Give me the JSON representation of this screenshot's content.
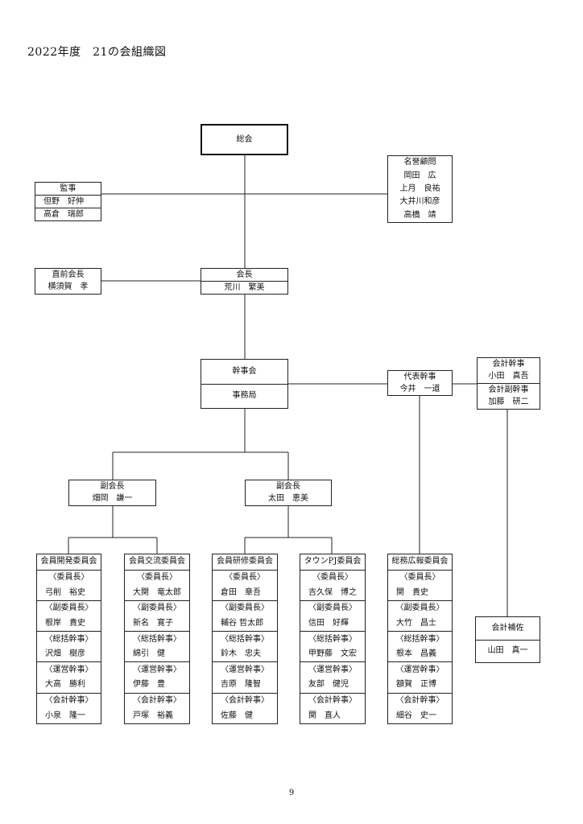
{
  "title": "2022年度　21の会組織図",
  "page_number": "9",
  "boxes": {
    "soukai": [
      "総会"
    ],
    "meiyo": [
      "名誉顧問",
      "岡田　広",
      "上月　良祐",
      "大井川和彦",
      "高橋　靖"
    ],
    "kanji": [
      "監事",
      "但野　好伸",
      "高倉　瑞郎"
    ],
    "chokuzen": [
      "直前会長",
      "横須賀　孝"
    ],
    "kaicho": [
      "会長",
      "荒川　繁美"
    ],
    "kanjikai": [
      "幹事会",
      "事務局"
    ],
    "daihyo": [
      "代表幹事",
      "今井　一道"
    ],
    "kaikei": [
      "会計幹事",
      "小田　真吾",
      "会計副幹事",
      "加藤　研二"
    ],
    "fuku1": [
      "副会長",
      "畑岡　謙一"
    ],
    "fuku2": [
      "副会長",
      "太田　恵美"
    ],
    "kaikeihosa": [
      "会計補佐",
      "山田　真一"
    ],
    "c1": [
      "会員開発委員会",
      "〈委員長〉",
      "弓削　裕史",
      "〈副委員長〉",
      "根岸　貴史",
      "〈総括幹事〉",
      "沢畑　樹彦",
      "〈運営幹事〉",
      "大高　勝利",
      "〈会計幹事〉",
      "小泉　隆一"
    ],
    "c2": [
      "会員交流委員会",
      "〈委員長〉",
      "大関　竜太郎",
      "〈副委員長〉",
      "新名　寛子",
      "〈総括幹事〉",
      "綿引　健",
      "〈運営幹事〉",
      "伊藤　豊",
      "〈会計幹事〉",
      "戸塚　裕義"
    ],
    "c3": [
      "会員研修委員会",
      "〈委員長〉",
      "倉田　章吾",
      "〈副委員長〉",
      "輔谷 哲太郎",
      "〈総括幹事〉",
      "鈴木　忠夫",
      "〈運営幹事〉",
      "吉原　隆智",
      "〈会計幹事〉",
      "佐藤　健"
    ],
    "c4": [
      "タウンPJ委員会",
      "〈委員長〉",
      "吉久保　博之",
      "〈副委員長〉",
      "信田　好輝",
      "〈総括幹事〉",
      "甲野藤　文宏",
      "〈運営幹事〉",
      "友部　健児",
      "〈会計幹事〉",
      "関　直人"
    ],
    "c5": [
      "総務広報委員会",
      "〈委員長〉",
      "関　貴史",
      "〈副委員長〉",
      "大竹　昌士",
      "〈総括幹事〉",
      "根本　昌義",
      "〈運営幹事〉",
      "額賀　正博",
      "〈会計幹事〉",
      "細谷　史一"
    ]
  }
}
